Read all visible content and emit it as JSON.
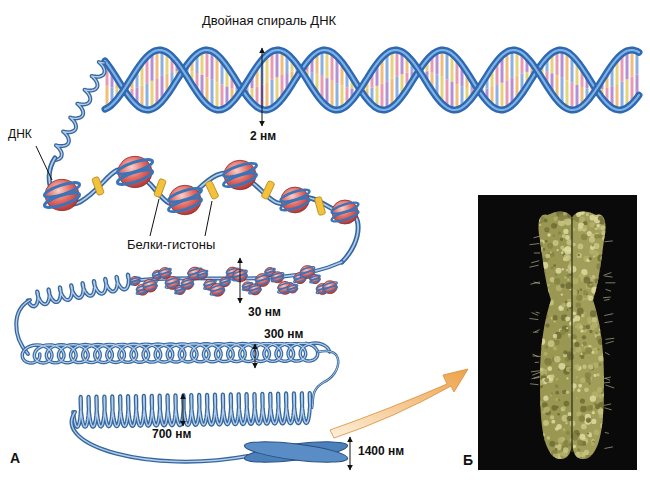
{
  "diagram": {
    "labels": [
      "Двойная спираль ДНК",
      "2 нм",
      "ДНК",
      "Белки-гистоны",
      "30 нм",
      "300 нм",
      "700 нм",
      "1400 нм",
      "А",
      "Б"
    ]
  }
}
